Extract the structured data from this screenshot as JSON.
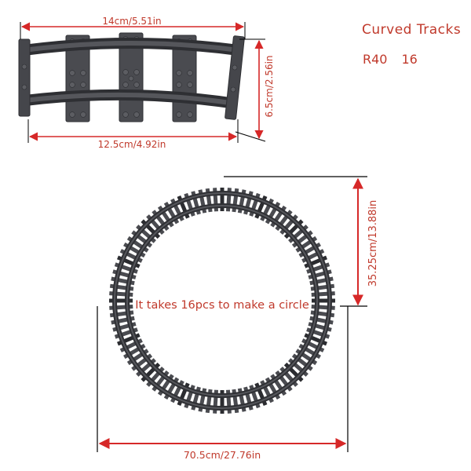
{
  "product": {
    "title": "Curved Tracks",
    "radius_label": "R40",
    "count_label": "16"
  },
  "single_piece": {
    "top_width_label": "14cm/5.51in",
    "bottom_width_label": "12.5cm/4.92in",
    "height_label": "6.5cm/2.56in"
  },
  "circle": {
    "caption": "It takes 16pcs to make a circle",
    "diameter_label": "70.5cm/27.76in",
    "radius_label": "35.25cm/13.88in",
    "pieces": 16
  },
  "colors": {
    "track": "#3d3e42",
    "track_light": "#5a5b60",
    "annotation": "#d62828",
    "text": "#c0392b",
    "guide": "#000000"
  }
}
